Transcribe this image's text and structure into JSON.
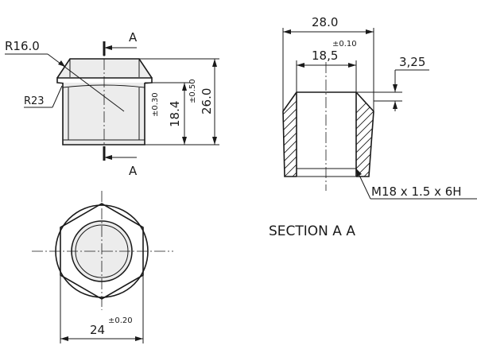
{
  "labels": {
    "r_top": "R16.0",
    "r_side": "R23",
    "section_mark_top": "A",
    "section_mark_bottom": "A",
    "dim_inner_height": "18.4",
    "tol_inner_height": "±0.30",
    "dim_total_height": "26.0",
    "tol_total_height": "±0.50",
    "dim_outer_width": "28.0",
    "dim_bore": "18,5",
    "tol_bore": "±0.10",
    "dim_collar": "3,25",
    "thread": "M18 x 1.5 x 6H",
    "section_title": "SECTION A A",
    "dim_hex": "24",
    "tol_hex": "±0.20"
  }
}
